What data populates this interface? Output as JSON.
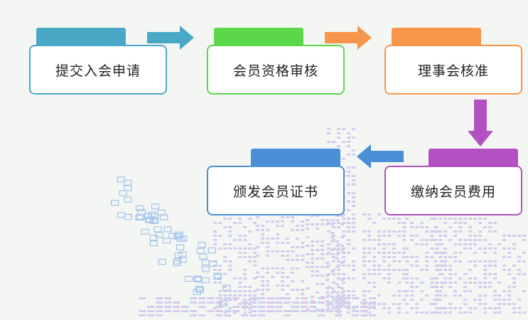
{
  "steps": [
    {
      "label": "提交入会申请",
      "color": "#4aa8c7"
    },
    {
      "label": "会员资格审核",
      "color": "#5ad84a"
    },
    {
      "label": "理事会核准",
      "color": "#f7954a"
    },
    {
      "label": "缴纳会员费用",
      "color": "#b351c2"
    },
    {
      "label": "颁发会员证书",
      "color": "#4a8fd6"
    }
  ],
  "colors": {
    "background": "#f4f6f4",
    "arrow_1": "#4aa8c7",
    "arrow_2": "#f7954a",
    "arrow_3": "#b351c2",
    "arrow_4": "#4a8fd6"
  }
}
